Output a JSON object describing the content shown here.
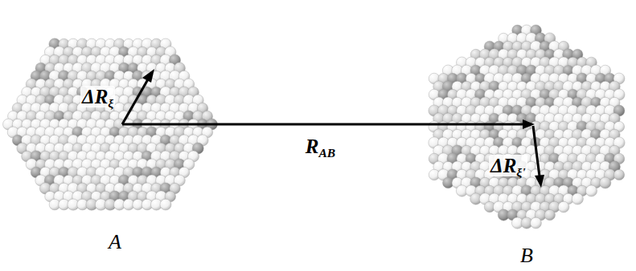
{
  "diagram": {
    "nodes": [
      {
        "text": [
          "A"
        ]
      },
      {
        "text": [
          "B"
        ]
      }
    ],
    "edges": [
      {
        "from": 0,
        "to": 1,
        "label": "RAB",
        "arrow": "to"
      }
    ],
    "labels": [
      "ΔRξ",
      "ΔRξ'"
    ]
  }
}
